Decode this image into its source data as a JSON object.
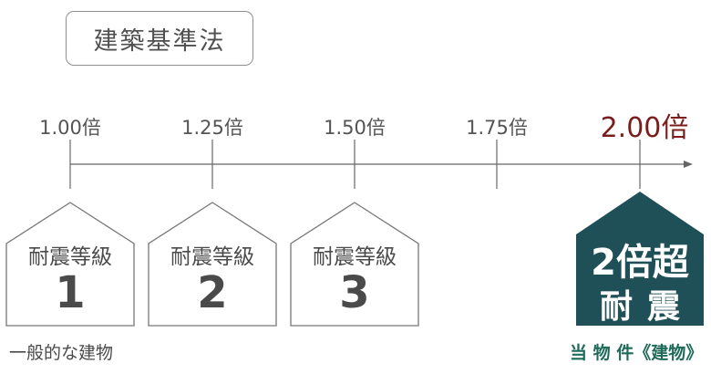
{
  "badge": {
    "label": "建築基準法"
  },
  "scale": {
    "ticks": [
      "1.00倍",
      "1.25倍",
      "1.50倍",
      "1.75倍",
      "2.00倍"
    ],
    "highlight_color": "#7a1d1d"
  },
  "houses": [
    {
      "title": "耐震等級",
      "grade": "1"
    },
    {
      "title": "耐震等級",
      "grade": "2"
    },
    {
      "title": "耐震等級",
      "grade": "3"
    }
  ],
  "featured": {
    "line1": "2倍超",
    "line2": "耐震",
    "color": "#1f4f57"
  },
  "captions": {
    "left": "一般的な建物",
    "right": "当 物 件《建物》",
    "right_color": "#1f6b5a"
  }
}
